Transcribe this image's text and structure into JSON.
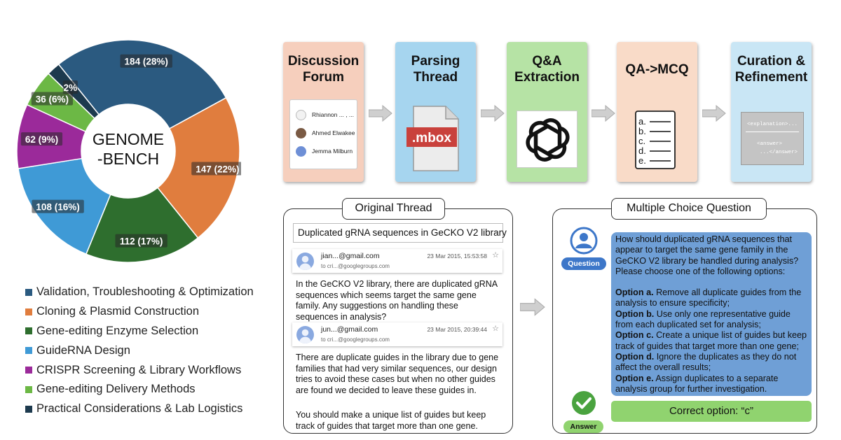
{
  "chart_data": {
    "type": "pie",
    "center_label_lines": [
      "GENOME",
      "-BENCH"
    ],
    "segments": [
      {
        "name": "Validation, Troubleshooting & Optimization",
        "value": 184,
        "label": "184 (28%)",
        "color": "#2b5a80"
      },
      {
        "name": "Cloning & Plasmid Construction",
        "value": 147,
        "label": "147 (22%)",
        "color": "#e07d3e"
      },
      {
        "name": "Gene-editing Enzyme Selection",
        "value": 112,
        "label": "112 (17%)",
        "color": "#2e6e2e"
      },
      {
        "name": "GuideRNA Design",
        "value": 108,
        "label": "108 (16%)",
        "color": "#3f9ad6"
      },
      {
        "name": "CRISPR Screening & Library Workflows",
        "value": 62,
        "label": "62 (9%)",
        "color": "#9b2a9a"
      },
      {
        "name": "Gene-editing Delivery Methods",
        "value": 36,
        "label": "36 (6%)",
        "color": "#6cb845"
      },
      {
        "name": "Practical Considerations & Lab Logistics",
        "value": 13,
        "label": "2%",
        "color": "#1d3a4e"
      }
    ]
  },
  "legend": [
    {
      "label": "Validation, Troubleshooting & Optimization",
      "color": "#2b5a80"
    },
    {
      "label": "Cloning & Plasmid Construction",
      "color": "#e07d3e"
    },
    {
      "label": "Gene-editing Enzyme Selection",
      "color": "#2e6e2e"
    },
    {
      "label": "GuideRNA Design",
      "color": "#3f9ad6"
    },
    {
      "label": "CRISPR Screening & Library Workflows",
      "color": "#9b2a9a"
    },
    {
      "label": "Gene-editing Delivery Methods",
      "color": "#6cb845"
    },
    {
      "label": "Practical Considerations & Lab Logistics",
      "color": "#1d3a4e"
    }
  ],
  "pipeline": {
    "stages": [
      {
        "title": "Discussion\nForum",
        "color": "#f6cfbd"
      },
      {
        "title": "Parsing\nThread",
        "color": "#a6d5ef"
      },
      {
        "title": "Q&A\nExtraction",
        "color": "#b6e3a5"
      },
      {
        "title": "QA->MCQ",
        "color": "#f9dbc8"
      },
      {
        "title": "Curation &\nRefinement",
        "color": "#c9e6f5"
      }
    ],
    "forum_users": [
      "Rhiannon ... , ...",
      "Ahmed Elwakee",
      "Jemma Milburn"
    ],
    "mbox_label": ".mbox",
    "list_items": [
      "a.",
      "b.",
      "c.",
      "d.",
      "e."
    ],
    "curation_lines": [
      "<explanation>...",
      "<answer>",
      "...</answer>"
    ]
  },
  "thread": {
    "tag": "Original Thread",
    "subject": "Duplicated gRNA sequences in GeCKO V2 library",
    "email1": {
      "from": "jian...@gmail.com",
      "to": "to cri...@googlegroups.com",
      "date": "23 Mar 2015, 15:53:58",
      "body": "In the GeCKO V2 library, there are duplicated gRNA sequences which seems target the same gene family. Any suggestions on handling these sequences in analysis?"
    },
    "email2": {
      "from": "jun...@gmail.com",
      "to": "to cri...@googlegroups.com",
      "date": "23 Mar 2015, 20:39:44",
      "body1": "There are duplicate guides in the library due to gene families that had very similar sequences, our design tries to avoid these cases but when no other guides are found we decided to leave these guides in.",
      "body2": "You should make a unique list of guides but keep track of guides that target more than one gene."
    }
  },
  "mcq": {
    "tag": "Multiple Choice Question",
    "question_badge": "Question",
    "answer_badge": "Answer",
    "question": "How should duplicated gRNA sequences that appear to target the same gene family in the GeCKO V2 library be handled during analysis? Please choose one of the following options:",
    "options": [
      {
        "key": "Option a.",
        "text": "Remove all duplicate guides from the analysis to ensure specificity;"
      },
      {
        "key": "Option b.",
        "text": "Use only one representative guide from each duplicated set for analysis;"
      },
      {
        "key": "Option c.",
        "text": "Create a unique list of guides but keep track of guides that target more than one gene;"
      },
      {
        "key": "Option d.",
        "text": "Ignore the duplicates as they do not affect the overall results;"
      },
      {
        "key": "Option e.",
        "text": "Assign duplicates to a separate analysis group for further investigation."
      }
    ],
    "correct": "Correct option: “c”"
  }
}
